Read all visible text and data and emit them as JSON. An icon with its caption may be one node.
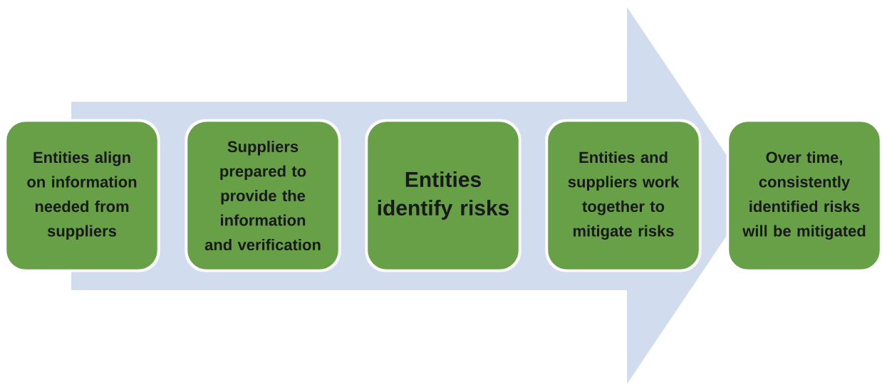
{
  "diagram": {
    "nodes": [
      {
        "text": [
          "Entities align on information needed from suppliers"
        ]
      },
      {
        "text": [
          "Suppliers prepared to provide the information and verification"
        ]
      },
      {
        "text": [
          "Entities identify risks"
        ]
      },
      {
        "text": [
          "Entities and suppliers work together to mitigate risks"
        ]
      },
      {
        "text": [
          "Over time, consistently identified risks will be mitigated"
        ]
      }
    ],
    "edges": [
      {
        "from": 0,
        "to": 4,
        "arrow": "to"
      }
    ]
  }
}
